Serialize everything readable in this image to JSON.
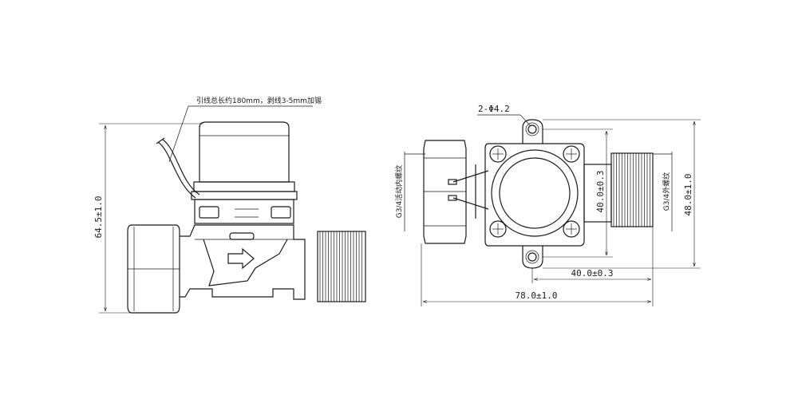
{
  "side_view": {
    "lead_note": "引线总长约180mm，剥线3-5mm加锡",
    "height_dim": "64.5±1.0"
  },
  "front_view": {
    "hole_label": "2-Φ4.2",
    "inlet_thread": "G3/4活动内螺纹",
    "outlet_thread": "G3/4外螺纹",
    "hole_spacing_v": "40.0±0.3",
    "height_dim": "48.0±1.0",
    "hole_spacing_h": "40.0±0.3",
    "total_length": "78.0±1.0"
  }
}
